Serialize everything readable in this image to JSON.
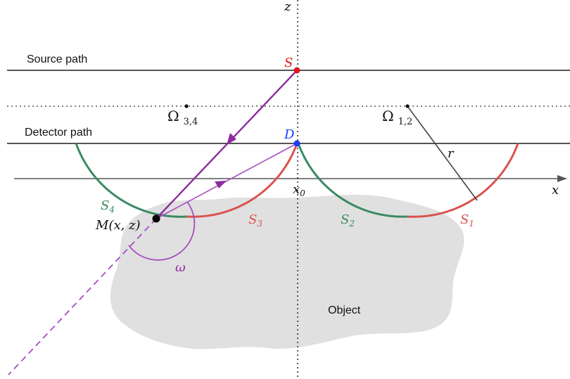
{
  "labels": {
    "source_path": "Source path",
    "detector_path": "Detector path",
    "object": "Object",
    "axis_x": "x",
    "axis_z": "z",
    "x0_main": "x",
    "x0_sub": "0",
    "source_point": "S",
    "detector_point": "D",
    "omega_34_main": "Ω",
    "omega_34_sub": "3,4",
    "omega_12_main": "Ω",
    "omega_12_sub": "1,2",
    "radius": "r",
    "point_m": "M(x, z)",
    "angle": "ω",
    "s1_main": "S",
    "s1_sub": "1",
    "s2_main": "S",
    "s2_sub": "2",
    "s3_main": "S",
    "s3_sub": "3",
    "s4_main": "S",
    "s4_sub": "4"
  },
  "colors": {
    "red": "#d9534f",
    "green": "#3a8a62",
    "purple": "#8e2b9e",
    "blue": "#1a3cff",
    "point_red": "#e01818",
    "object_fill": "#e0e0e0",
    "line_gray": "#555555"
  }
}
